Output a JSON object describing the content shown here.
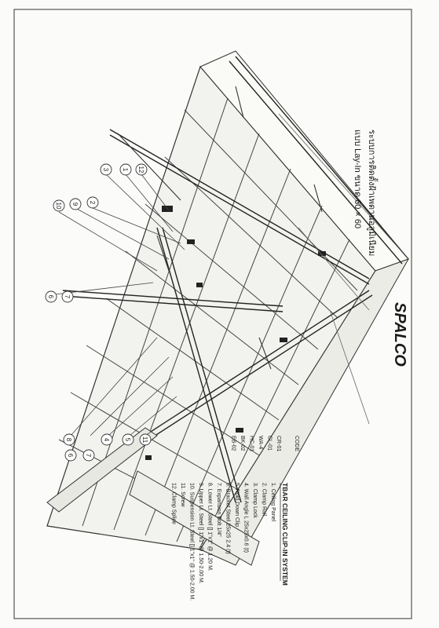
{
  "title": "TBAR CEILING CLIP-IN SYSTEM",
  "caption_thai": "ระบบการติดตั้งฝ้าเพดานอลูมิเนียม",
  "caption_system": "แบบ Lay-In ขนาด 60 × 60",
  "brand": "SPALCO",
  "legend": [
    {
      "text": "1. Ceiling Panel",
      "code": ""
    },
    {
      "text": "2. Clamp Rail",
      "code": "CR-01"
    },
    {
      "text": "3. Clamp Lock",
      "code": "CL-01"
    },
    {
      "text": "4. Wall Angle L 25x25x0.6 (t)",
      "code": "WA-4"
    },
    {
      "text": "5. Hold Down Clip",
      "code": "HC-01"
    },
    {
      "text": "6. Bracket Steel 25x25 2.4 (t)",
      "code": "BK-02"
    },
    {
      "text": "7. Expansion Bolt 1/4\"",
      "code": "EB-02"
    },
    {
      "text": "8. Lower Lt. Steel [] 1\"x1\" @ 1.20 M.",
      "code": ""
    },
    {
      "text": "9. Upper Lt. Steel [] 1\"x1\" @ 1.50-2.00 M.",
      "code": ""
    },
    {
      "text": "10. Suspension Lt. Steel [] 1\"x1\" @ 1.50-2.00 M.",
      "code": ""
    },
    {
      "text": "11. Screw",
      "code": ""
    },
    {
      "text": "12. Clamp Splice",
      "code": ""
    }
  ],
  "code_header": "CODE",
  "callouts": [
    "3",
    "1",
    "12",
    "10",
    "9",
    "2",
    "6",
    "7",
    "8",
    "6",
    "7",
    "4",
    "5",
    "11"
  ]
}
